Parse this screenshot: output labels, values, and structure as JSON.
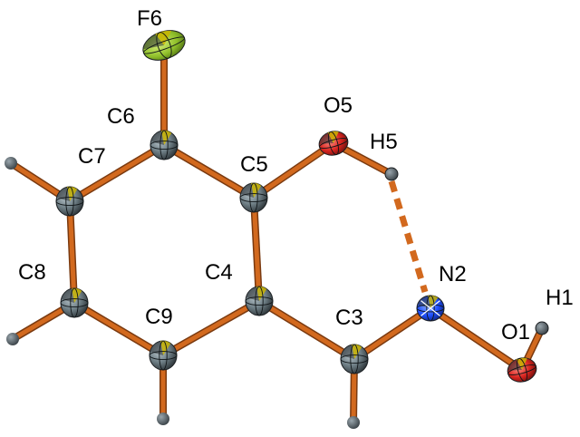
{
  "colors": {
    "bond": "#d2691e",
    "bond_dark": "#7a3a10",
    "carbon": "#6f7f86",
    "carbon_shade": "#3e474b",
    "fluorine": "#9acd32",
    "oxygen": "#e0302a",
    "nitrogen": "#1f4fff",
    "hydrogen": "#55606a",
    "octant": "#c9b400"
  },
  "atoms": [
    {
      "id": "F6",
      "label": "F6",
      "element": "F"
    },
    {
      "id": "C6",
      "label": "C6",
      "element": "C"
    },
    {
      "id": "C7",
      "label": "C7",
      "element": "C"
    },
    {
      "id": "C5",
      "label": "C5",
      "element": "C"
    },
    {
      "id": "O5",
      "label": "O5",
      "element": "O"
    },
    {
      "id": "H5",
      "label": "H5",
      "element": "H"
    },
    {
      "id": "C8",
      "label": "C8",
      "element": "C"
    },
    {
      "id": "C4",
      "label": "C4",
      "element": "C"
    },
    {
      "id": "C9",
      "label": "C9",
      "element": "C"
    },
    {
      "id": "C3",
      "label": "C3",
      "element": "C"
    },
    {
      "id": "N2",
      "label": "N2",
      "element": "N"
    },
    {
      "id": "O1",
      "label": "O1",
      "element": "O"
    },
    {
      "id": "H1",
      "label": "H1",
      "element": "H"
    }
  ],
  "bonds": [
    [
      "F6",
      "C6"
    ],
    [
      "C6",
      "C7"
    ],
    [
      "C6",
      "C5"
    ],
    [
      "C7",
      "C8"
    ],
    [
      "C5",
      "C4"
    ],
    [
      "C5",
      "O5"
    ],
    [
      "O5",
      "H5"
    ],
    [
      "C8",
      "C9"
    ],
    [
      "C9",
      "C4"
    ],
    [
      "C4",
      "C3"
    ],
    [
      "C3",
      "N2"
    ],
    [
      "N2",
      "O1"
    ],
    [
      "O1",
      "H1"
    ],
    [
      "C7",
      "H7"
    ],
    [
      "C8",
      "H8"
    ],
    [
      "C9",
      "H9"
    ],
    [
      "C3",
      "H3"
    ]
  ],
  "hbonds": [
    [
      "H5",
      "N2"
    ]
  ]
}
